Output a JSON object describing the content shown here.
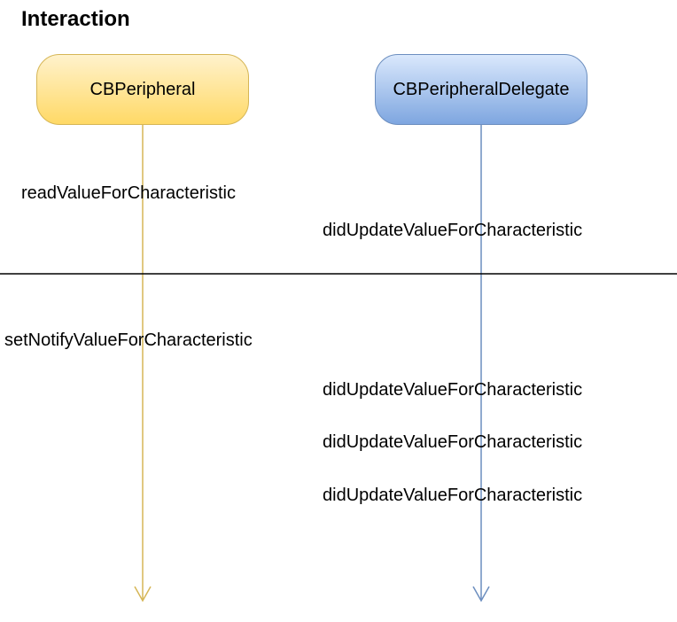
{
  "title": "Interaction",
  "participants": {
    "peripheral": {
      "label": "CBPeripheral",
      "fill": "#ffd966",
      "stroke": "#d6b656"
    },
    "delegate": {
      "label": "CBPeripheralDelegate",
      "fill": "#7ea6e0",
      "stroke": "#6c8ebf"
    }
  },
  "messages": [
    {
      "label": "readValueForCharacteristic"
    },
    {
      "label": "didUpdateValueForCharacteristic"
    },
    {
      "label": "setNotifyValueForCharacteristic"
    },
    {
      "label": "didUpdateValueForCharacteristic"
    },
    {
      "label": "didUpdateValueForCharacteristic"
    },
    {
      "label": "didUpdateValueForCharacteristic"
    }
  ]
}
